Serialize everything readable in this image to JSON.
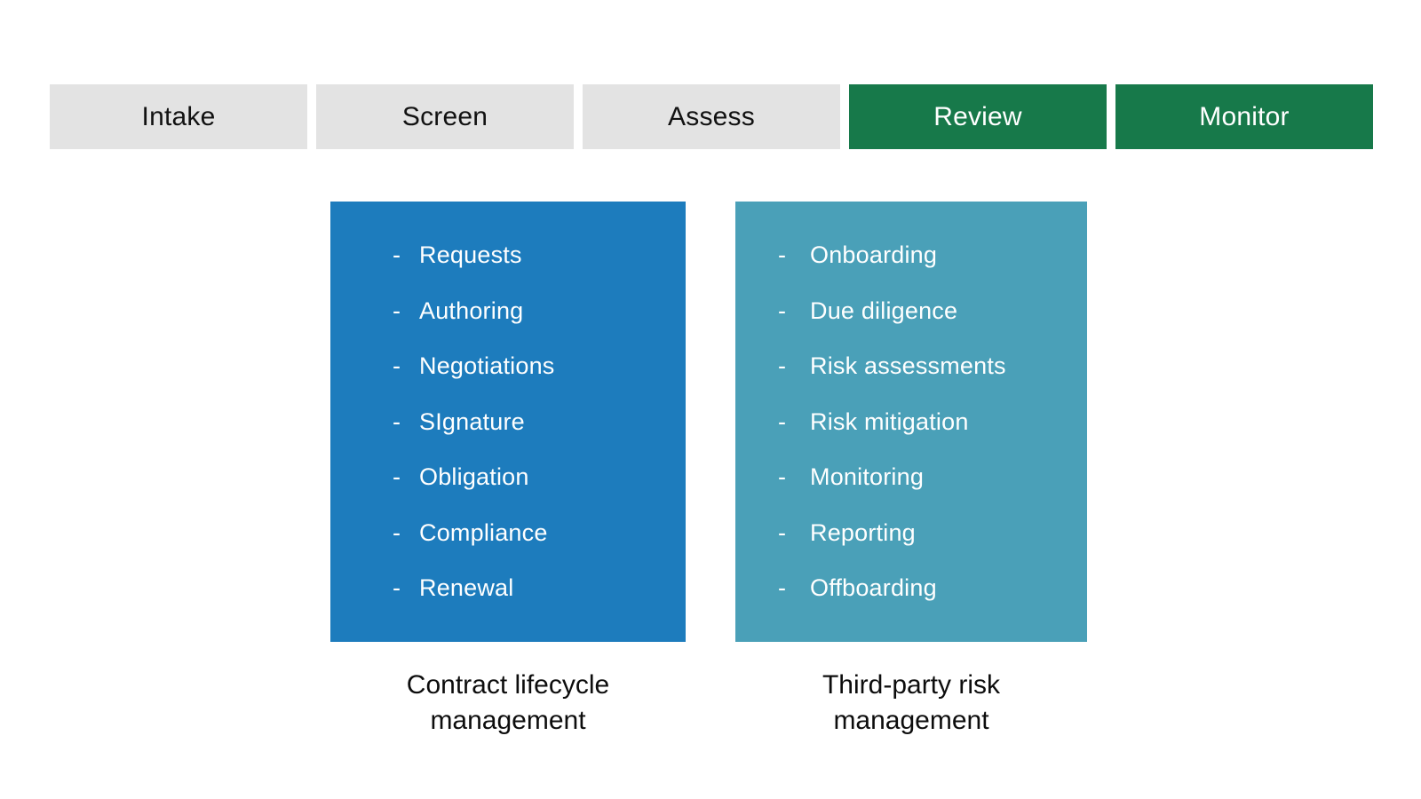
{
  "bullet": "-",
  "stages": [
    {
      "label": "Intake",
      "state": "inactive"
    },
    {
      "label": "Screen",
      "state": "inactive"
    },
    {
      "label": "Assess",
      "state": "inactive"
    },
    {
      "label": "Review",
      "state": "active"
    },
    {
      "label": "Monitor",
      "state": "active"
    }
  ],
  "panels": [
    {
      "caption_line1": "Contract lifecycle",
      "caption_line2": "management",
      "items": [
        "Requests",
        "Authoring",
        "Negotiations",
        "SIgnature",
        "Obligation",
        "Compliance",
        "Renewal"
      ]
    },
    {
      "caption_line1": "Third-party risk",
      "caption_line2": "management",
      "items": [
        "Onboarding",
        "Due diligence",
        "Risk assessments",
        "Risk mitigation",
        "Monitoring",
        "Reporting",
        "Offboarding"
      ]
    }
  ],
  "colors": {
    "stage_inactive_bg": "#e3e3e3",
    "stage_active_bg": "#17794a",
    "panel_clm_bg": "#1d7cbd",
    "panel_tprm_bg": "#4aa0b8",
    "panel_text": "#ffffff",
    "stage_inactive_text": "#121212",
    "caption_text": "#0d0d0d"
  }
}
